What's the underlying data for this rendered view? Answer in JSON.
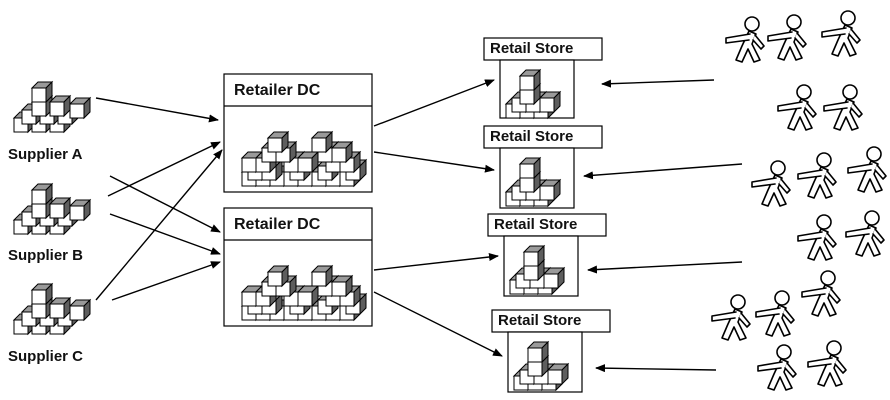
{
  "suppliers": [
    {
      "label": "Supplier A"
    },
    {
      "label": "Supplier B"
    },
    {
      "label": "Supplier C"
    }
  ],
  "distribution_centers": [
    {
      "label": "Retailer DC"
    },
    {
      "label": "Retailer DC"
    }
  ],
  "stores": [
    {
      "label": "Retail Store"
    },
    {
      "label": "Retail Store"
    },
    {
      "label": "Retail Store"
    },
    {
      "label": "Retail Store"
    }
  ],
  "customers": {
    "icon": "person-walking-icon"
  },
  "colors": {
    "line": "#000000",
    "box_fill": "#ffffff",
    "box_shade": "#8a8a8a",
    "box_dark": "#5a5a5a"
  }
}
